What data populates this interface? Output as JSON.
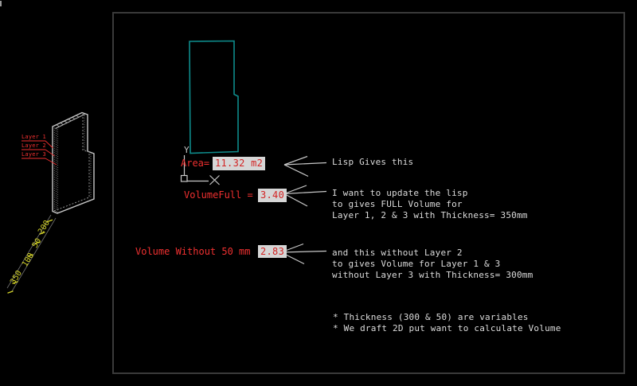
{
  "colors": {
    "background": "#000000",
    "frame": "#3a3a3a",
    "profile_teal": "#0e8b8b",
    "annotation_red": "#ef3030",
    "note_white": "#dcdcdc",
    "dimension_yellow": "#d4d428",
    "highlight_bg": "#d6d6d6",
    "line_gray": "#c8c8c8"
  },
  "iso_panel": {
    "layer_labels": [
      "Layer 1",
      "Layer 2",
      "Layer 3"
    ],
    "dims": [
      "200",
      "50",
      "100",
      "350"
    ]
  },
  "ucs": {
    "y_label": "Y"
  },
  "callouts": {
    "area_label": "Area=",
    "area_value": "11.32 m2",
    "volume_full_label": "VolumeFull =",
    "volume_full_value": "3.40",
    "volume_without_label": "Volume Without 50 mm",
    "volume_without_value": "2.83"
  },
  "notes": {
    "note1_line1": "Lisp Gives this",
    "note2_line1": "I want to update the lisp",
    "note2_line2": "to gives FULL Volume for",
    "note2_line3": "Layer 1, 2 & 3 with Thickness= 350mm",
    "note3_line1": "and this without Layer 2",
    "note3_line2": "to gives Volume for Layer 1 & 3",
    "note3_line3": "without Layer 3 with Thickness= 300mm",
    "foot_line1": "* Thickness (300 & 50) are variables",
    "foot_line2": "* We draft 2D put want to calculate Volume"
  }
}
